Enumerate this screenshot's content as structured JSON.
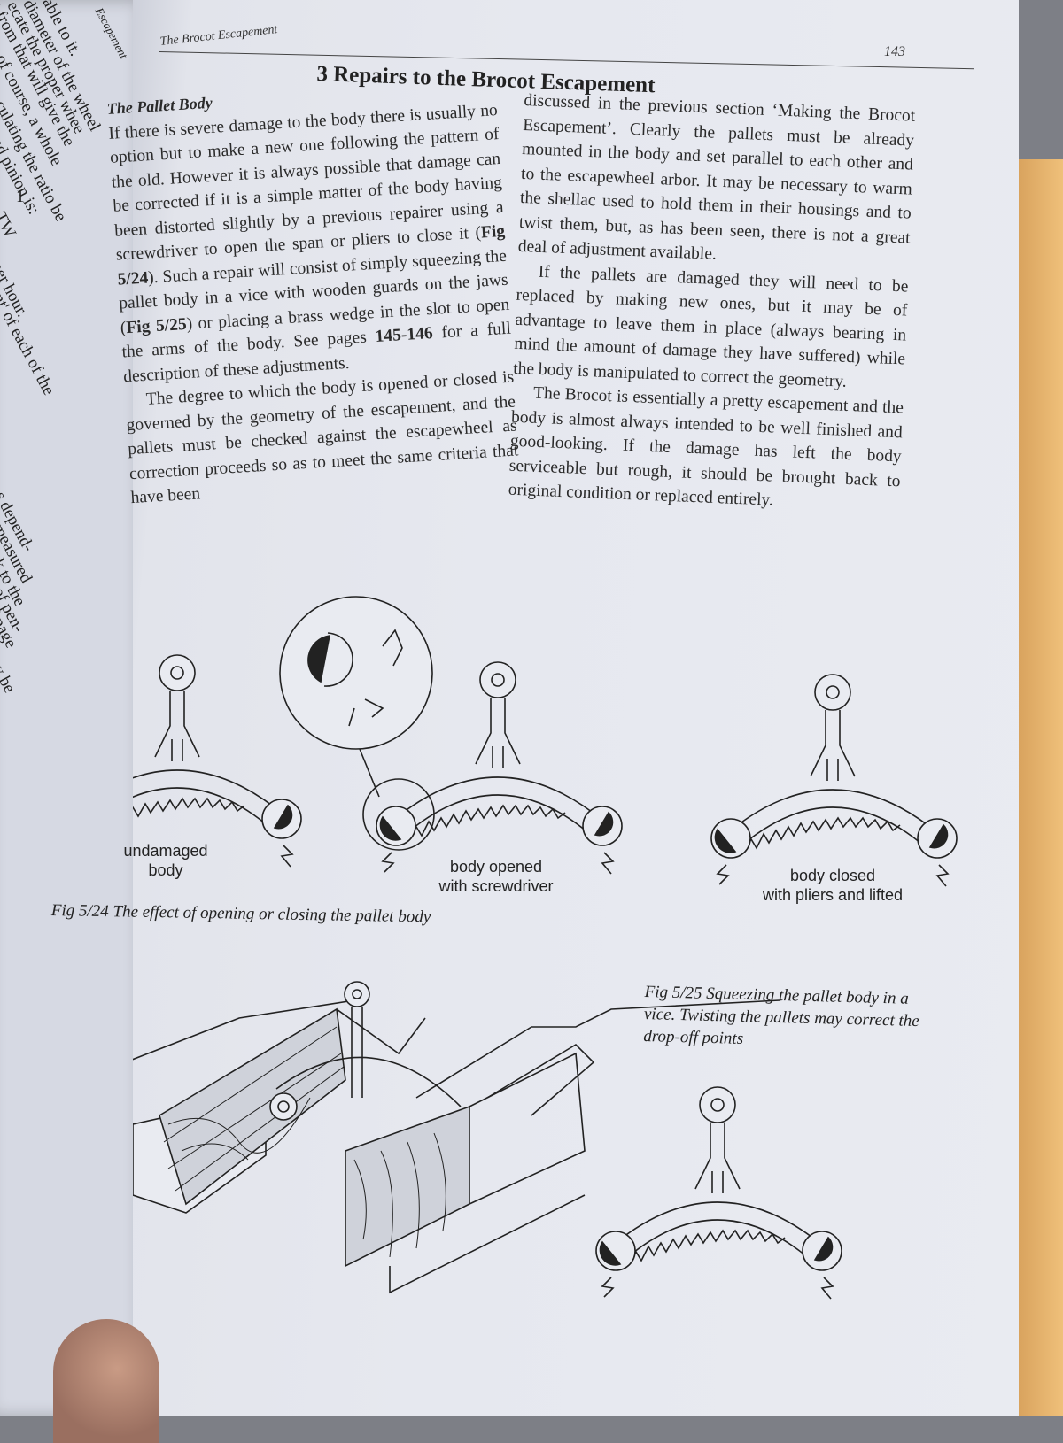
{
  "running_head": "The Brocot Escapement",
  "page_number": "143",
  "chapter_title": "3 Repairs to the Brocot Escapement",
  "left_page_fragments": [
    "able to it.",
    "diameter of the wheel",
    "ecate the proper whee",
    "t from that will give the",
    "h is of course, a whole",
    "culating the ratio be",
    "nd pinion is:",
    "1",
    "TW",
    "per hour.",
    "nt' of each of the",
    "s depend-",
    "measured",
    "k to the",
    "of pen-",
    "page",
    "y be",
    "Escapement"
  ],
  "column1": {
    "subheading": "The Pallet Body",
    "p1_a": "If there is severe damage to the body there is usually no option but to make a new one following the pattern of the old. However it is always possible that damage can be corrected if it is a simple matter of the body having been distorted slightly by a previous repairer using a screwdriver to open the span or pliers to close it (",
    "p1_ref1": "Fig 5/24",
    "p1_b": "). Such a repair will consist of simply squeezing the pallet body in a vice with wooden guards on the jaws (",
    "p1_ref2": "Fig 5/25",
    "p1_c": ") or placing a brass wedge in the slot to open the arms of the body. See pages ",
    "p1_ref3": "145-146",
    "p1_d": " for a full description of these adjustments.",
    "p2": "The degree to which the body is opened or closed is governed by the geometry of the escapement, and the pallets must be checked against the escapewheel as correction proceeds so as to meet the same criteria that have been"
  },
  "column2": {
    "p1": "discussed in the previous section ‘Making the Brocot Escapement’. Clearly the pallets must be already mounted in the body and set parallel to each other and to the escapewheel arbor. It may be necessary to warm the shellac used to hold them in their housings and to twist them, but, as has been seen, there is not a great deal of adjustment available.",
    "p2": "If the pallets are damaged they will need to be replaced by making new ones, but it may be of advantage to leave them in place (always bearing in mind the amount of damage they have suffered) while the body is manipulated to correct the geometry.",
    "p3": "The Brocot is essentially a pretty escapement and the body is almost always intended to be well finished and good-looking. If the damage has left the body serviceable but rough, it should be brought back to original condition or replaced entirely."
  },
  "figure_5_24": {
    "labels": {
      "undamaged": [
        "undamaged",
        "body"
      ],
      "opened": [
        "body opened",
        "with screwdriver"
      ],
      "closed": [
        "body closed",
        "with pliers and lifted"
      ]
    },
    "caption": "Fig 5/24  The effect of opening or closing the pallet body"
  },
  "figure_5_25": {
    "caption": "Fig 5/25  Squeezing the pallet body in a vice. Twisting the pallets may correct the drop-off points"
  }
}
